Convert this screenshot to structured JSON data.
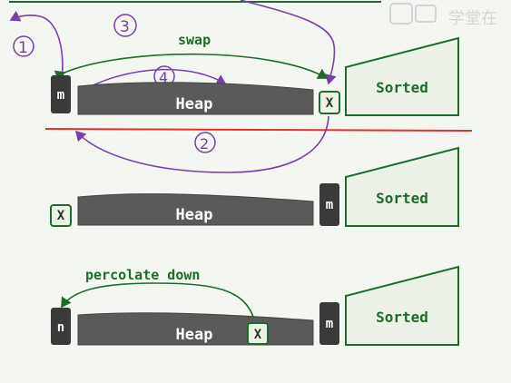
{
  "watermark": "学堂在",
  "row1": {
    "m_box": "m",
    "heap_label": "Heap",
    "x_box": "X",
    "sorted_label": "Sorted",
    "swap_label": "swap",
    "steps": [
      "①",
      "②",
      "③",
      "④"
    ]
  },
  "row2": {
    "x_box": "X",
    "heap_label": "Heap",
    "m_box": "m",
    "sorted_label": "Sorted"
  },
  "row3": {
    "percolate_label": "percolate down",
    "n_box": "n",
    "heap_label": "Heap",
    "x_box": "X",
    "m_box": "m",
    "sorted_label": "Sorted"
  },
  "colors": {
    "background": "#f4f7f1",
    "heap_fill": "#5a5a5a",
    "dark_box": "#3a3a3a",
    "green": "#1f6b2c",
    "purple": "#7a3fa8",
    "red_line": "#e5312b",
    "sorted_fill": "#ecf2e7"
  }
}
